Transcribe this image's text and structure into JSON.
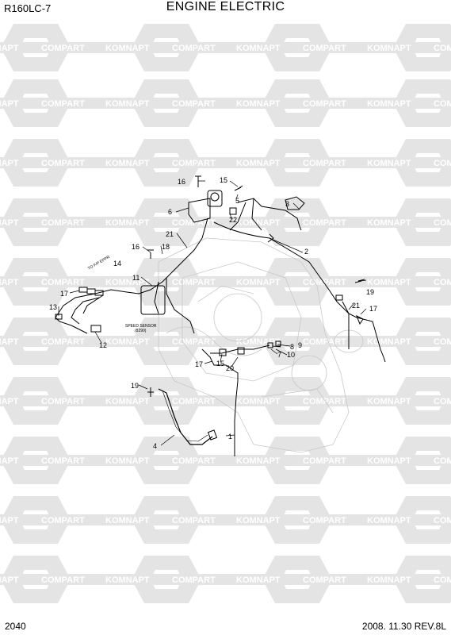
{
  "header": {
    "model": "R160LC-7",
    "title": "ENGINE ELECTRIC"
  },
  "footer": {
    "page_number": "2040",
    "date_rev": "2008. 11.30  REV.8L"
  },
  "watermark": {
    "left_text": "KOMNAPT",
    "right_text": "COMPART",
    "color": "#e4e4e4"
  },
  "diagram_labels": {
    "to_fp_eppr": "TO F/P EPPR",
    "speed_sensor": "SPEED SENSOR",
    "speed_sensor_code": "(8290)"
  },
  "callouts": [
    "16",
    "15",
    "5",
    "6",
    "22",
    "3",
    "21",
    "2",
    "16",
    "18",
    "14",
    "11",
    "17",
    "13",
    "12",
    "19",
    "21",
    "17",
    "8",
    "9",
    "7",
    "10",
    "17",
    "15",
    "20",
    "19",
    "4",
    "1"
  ]
}
